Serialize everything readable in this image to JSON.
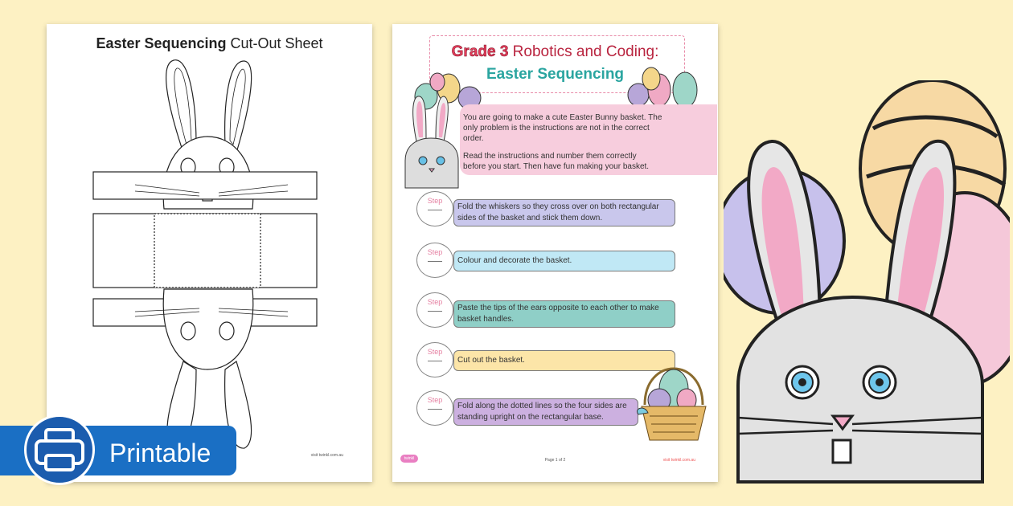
{
  "left_sheet": {
    "title_bold": "Easter Sequencing",
    "title_rest": " Cut-Out Sheet",
    "footer": "visit twinkl.com.au"
  },
  "right_sheet": {
    "title_grade": "Grade 3",
    "title_rest": " Robotics and Coding:",
    "subtitle": "Easter Sequencing",
    "intro_1": "You are going to make a cute Easter Bunny basket. The only problem is the instructions are not in the correct order.",
    "intro_2": "Read the instructions and number them correctly before you start. Then have fun making your basket.",
    "step_label": "Step",
    "steps": [
      {
        "text": "Fold the whiskers so they cross over on both rectangular sides of the basket and stick them down.",
        "color": "#c9c7ec"
      },
      {
        "text": "Colour and decorate the basket.",
        "color": "#c0e8f5"
      },
      {
        "text": "Paste the tips of the ears opposite to each other to make basket handles.",
        "color": "#8fcfc7"
      },
      {
        "text": "Cut out the basket.",
        "color": "#fce5a8"
      },
      {
        "text": "Fold along the dotted lines so the four sides are standing upright on the rectangular base.",
        "color": "#ccb0e0"
      }
    ],
    "page_number": "Page 1 of 2",
    "footer_url": "visit twinkl.com.au",
    "logo_text": "twinkl"
  },
  "badge": {
    "label": "Printable"
  },
  "colors": {
    "background": "#fdf1c3",
    "badge": "#1a6fc4",
    "accent_pink": "#f7cddd"
  }
}
